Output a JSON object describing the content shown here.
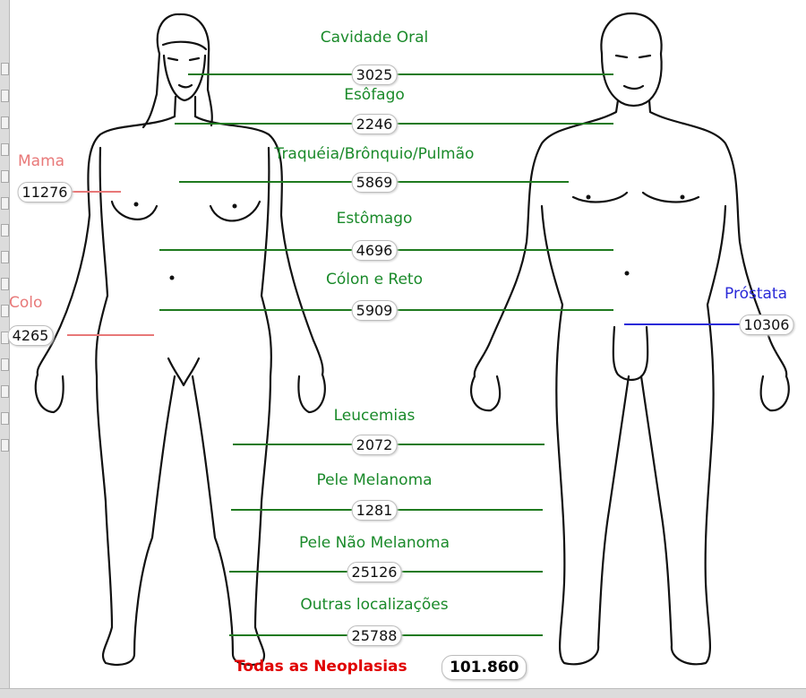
{
  "colors": {
    "green": "#1a8a2a",
    "line_green": "#1f7a1f",
    "female": "#e87878",
    "male": "#2a2ad8",
    "total": "#e00000"
  },
  "sites": [
    {
      "id": "cavidade-oral",
      "label": "Cavidade Oral",
      "value": "3025"
    },
    {
      "id": "esofago",
      "label": "Esôfago",
      "value": "2246"
    },
    {
      "id": "traqueia",
      "label": "Traquéia/Brônquio/Pulmão",
      "value": "5869"
    },
    {
      "id": "estomago",
      "label": "Estômago",
      "value": "4696"
    },
    {
      "id": "colon",
      "label": "Cólon e Reto",
      "value": "5909"
    },
    {
      "id": "leucemias",
      "label": "Leucemias",
      "value": "2072"
    },
    {
      "id": "pele-melanoma",
      "label": "Pele Melanoma",
      "value": "1281"
    },
    {
      "id": "pele-nao-melanoma",
      "label": "Pele Não Melanoma",
      "value": "25126"
    },
    {
      "id": "outras",
      "label": "Outras localizações",
      "value": "25788"
    }
  ],
  "female_sites": [
    {
      "id": "mama",
      "label": "Mama",
      "value": "11276"
    },
    {
      "id": "colo",
      "label": "Colo",
      "value": "4265"
    }
  ],
  "male_sites": [
    {
      "id": "prostata",
      "label": "Próstata",
      "value": "10306"
    }
  ],
  "total": {
    "label": "Todas as Neoplasias",
    "value": "101.860"
  }
}
